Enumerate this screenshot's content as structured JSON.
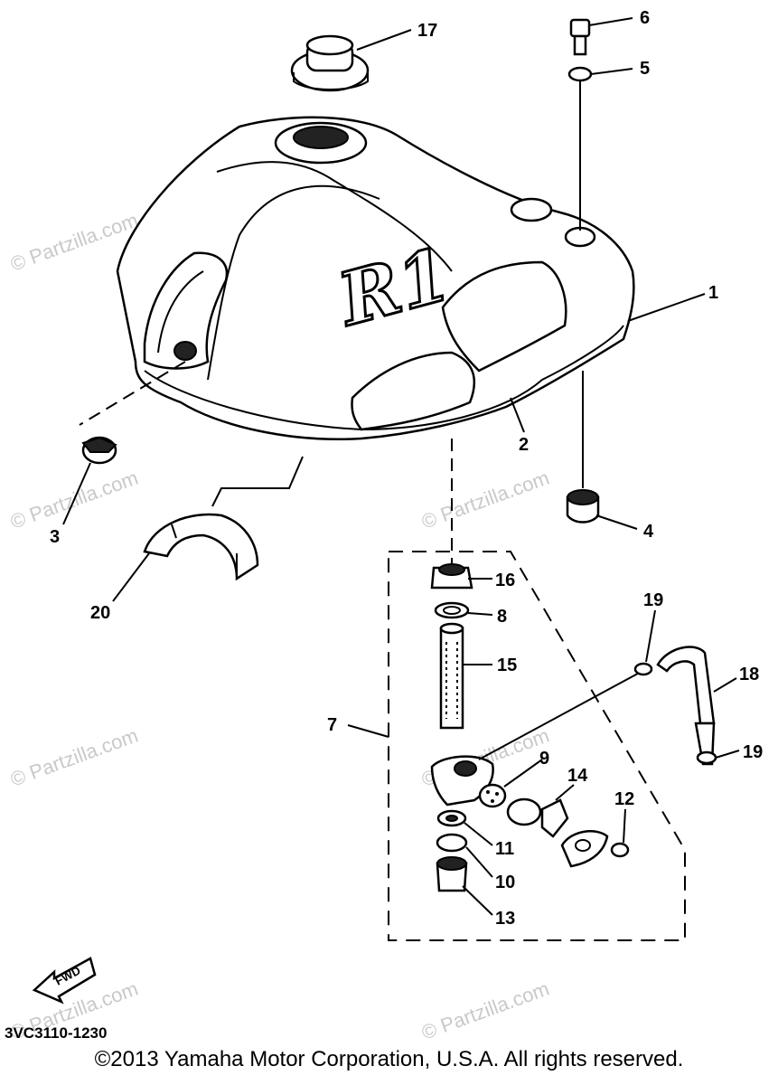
{
  "watermark": "© Partzilla.com",
  "callouts": {
    "p1": "1",
    "p2": "2",
    "p3": "3",
    "p4": "4",
    "p5": "5",
    "p6": "6",
    "p7": "7",
    "p8": "8",
    "p9": "9",
    "p10": "10",
    "p11": "11",
    "p12": "12",
    "p13": "13",
    "p14": "14",
    "p15": "15",
    "p16": "16",
    "p17": "17",
    "p18": "18",
    "p19a": "19",
    "p19b": "19",
    "p20": "20"
  },
  "tank_decal": "R1",
  "fwd_label": "FWD",
  "diagram_code": "3VC3110-1230",
  "copyright": "©2013 Yamaha Motor Corporation, U.S.A. All rights reserved."
}
